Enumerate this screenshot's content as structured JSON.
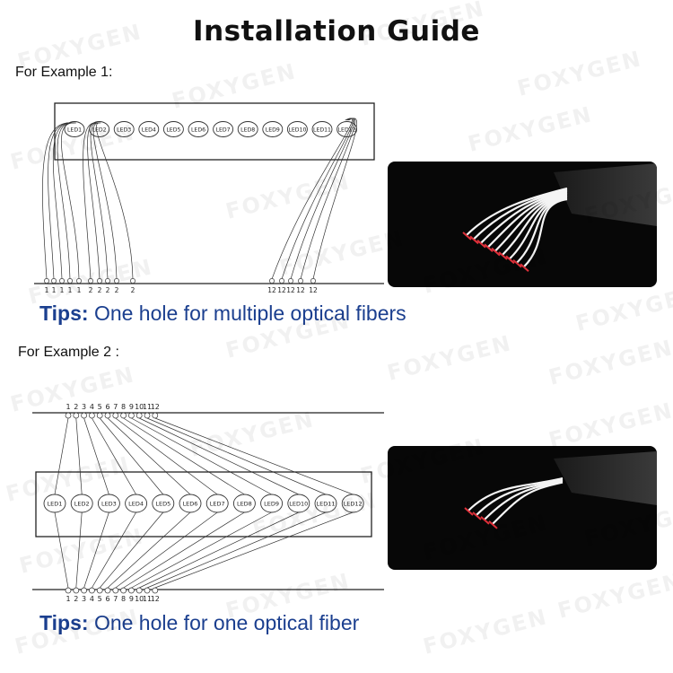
{
  "title": "Installation Guide",
  "watermark": "FOXYGEN",
  "example1": {
    "label": "For Example 1:",
    "leds": [
      "LED1",
      "LED2",
      "LED3",
      "LED4",
      "LED5",
      "LED6",
      "LED7",
      "LED8",
      "LED9",
      "LED10",
      "LED11",
      "LED12"
    ],
    "group1_labels": [
      "1",
      "1",
      "1",
      "1",
      "1"
    ],
    "group2_labels": [
      "2",
      "2",
      "2",
      "2",
      "2"
    ],
    "group12_labels": [
      "12",
      "12",
      "12",
      "12",
      "12"
    ],
    "tips_word": "Tips",
    "tips_sep": ":",
    "tips_text": "One hole for multiple optical fibers"
  },
  "example2": {
    "label": "For Example 2 :",
    "leds": [
      "LED1",
      "LED2",
      "LED3",
      "LED4",
      "LED5",
      "LED6",
      "LED7",
      "LED8",
      "LED9",
      "LED10",
      "LED11",
      "LED12"
    ],
    "top_labels": [
      "1",
      "2",
      "3",
      "4",
      "5",
      "6",
      "7",
      "8",
      "9",
      "10",
      "11",
      "12"
    ],
    "bottom_labels": [
      "1",
      "2",
      "3",
      "4",
      "5",
      "6",
      "7",
      "8",
      "9",
      "10",
      "11",
      "12"
    ],
    "tips_word": "Tips",
    "tips_sep": ":",
    "tips_text": "One hole for one optical fiber"
  },
  "colors": {
    "tips_blue": "#1b3f8f",
    "photo_bg": "#070707",
    "fiber_marker": "#e0303a"
  }
}
